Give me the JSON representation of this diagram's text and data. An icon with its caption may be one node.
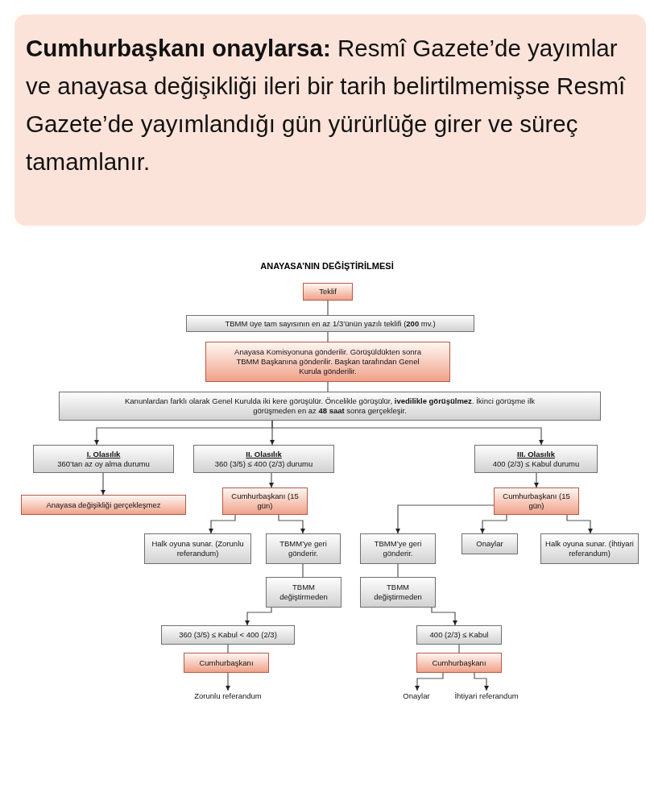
{
  "diagram": {
    "title": "ANAYASA’NIN DEĞİŞTİRİLMESİ",
    "nodes": [
      {
        "text": [
          "**Cumhurbaşkanı onaylarsa:** Resmî Gazete’de yayımlar ve anayasa değişikliği ileri bir tarih belirtilmemişse Resmî Gazete’de yayımlandığı gün yürürlüğe girer ve süreç tamamlanır."
        ]
      },
      {
        "text": [
          "Teklif"
        ]
      },
      {
        "text": [
          "TBMM üye tam sayısının en az 1/3’ünün yazılı teklifi (**200** mv.)"
        ]
      },
      {
        "text": [
          "Anayasa Komisyonuna gönderilir. Görüşüldükten sonra TBMM Başkanına gönderilir. Başkan tarafından Genel Kurula gönderilir."
        ]
      },
      {
        "text": [
          "Kanunlardan farklı olarak Genel Kurulda iki kere görüşülür. Öncelikle görüşülür, **ivedilikle görüşülmez**. İkinci görüşme ilk görüşmeden en az **48 saat** sonra gerçekleşir."
        ]
      },
      {
        "text": [
          "I. Olasılık",
          "360’tan az oy alma durumu"
        ]
      },
      {
        "text": [
          "II. Olasılık",
          "360 (3/5) ≤ 400 (2/3) durumu"
        ]
      },
      {
        "text": [
          "III. Olasılık",
          "400 (2/3) ≤ Kabul durumu"
        ]
      },
      {
        "text": [
          "Anayasa değişikliği gerçekleşmez"
        ]
      },
      {
        "text": [
          "Cumhurbaşkanı (15 gün)"
        ]
      },
      {
        "text": [
          "Cumhurbaşkanı (15 gün)"
        ]
      },
      {
        "text": [
          "Halk oyuna sunar. (Zorunlu referandum)"
        ]
      },
      {
        "text": [
          "TBMM’ye geri gönderir."
        ]
      },
      {
        "text": [
          "TBMM’ye geri gönderir."
        ]
      },
      {
        "text": [
          "Onaylar"
        ]
      },
      {
        "text": [
          "Halk oyuna sunar. (İhtiyari referandum)"
        ]
      },
      {
        "text": [
          "TBMM değiştirmeden"
        ]
      },
      {
        "text": [
          "TBMM değiştirmeden"
        ]
      },
      {
        "text": [
          "360 (3/5) ≤ Kabul < 400 (2/3)"
        ]
      },
      {
        "text": [
          "400 (2/3) ≤ Kabul"
        ]
      },
      {
        "text": [
          "Cumhurbaşkanı"
        ]
      },
      {
        "text": [
          "Cumhurbaşkanı"
        ]
      },
      {
        "text": [
          "Zorunlu referandum"
        ]
      },
      {
        "text": [
          "Onaylar"
        ]
      },
      {
        "text": [
          "İhtiyari referandum"
        ]
      }
    ],
    "edges": [
      {
        "from": 1,
        "to": 2,
        "arrow": "none"
      },
      {
        "from": 2,
        "to": 3,
        "arrow": "none"
      },
      {
        "from": 3,
        "to": 4,
        "arrow": "none"
      },
      {
        "from": 4,
        "to": 5,
        "arrow": "to"
      },
      {
        "from": 4,
        "to": 6,
        "arrow": "to"
      },
      {
        "from": 4,
        "to": 7,
        "arrow": "to"
      },
      {
        "from": 5,
        "to": 8,
        "arrow": "to"
      },
      {
        "from": 6,
        "to": 9,
        "arrow": "to"
      },
      {
        "from": 9,
        "to": 11,
        "arrow": "to"
      },
      {
        "from": 9,
        "to": 12,
        "arrow": "to"
      },
      {
        "from": 7,
        "to": 10,
        "arrow": "to"
      },
      {
        "from": 10,
        "to": 13,
        "arrow": "to"
      },
      {
        "from": 10,
        "to": 14,
        "arrow": "to"
      },
      {
        "from": 10,
        "to": 15,
        "arrow": "to"
      },
      {
        "from": 12,
        "to": 16,
        "arrow": "none"
      },
      {
        "from": 13,
        "to": 17,
        "arrow": "none"
      },
      {
        "from": 16,
        "to": 18,
        "arrow": "to"
      },
      {
        "from": 17,
        "to": 19,
        "arrow": "to"
      },
      {
        "from": 18,
        "to": 20,
        "arrow": "none"
      },
      {
        "from": 19,
        "to": 21,
        "arrow": "none"
      },
      {
        "from": 20,
        "to": 22,
        "arrow": "to"
      },
      {
        "from": 21,
        "to": 23,
        "arrow": "to"
      },
      {
        "from": 21,
        "to": 24,
        "arrow": "to"
      }
    ]
  }
}
